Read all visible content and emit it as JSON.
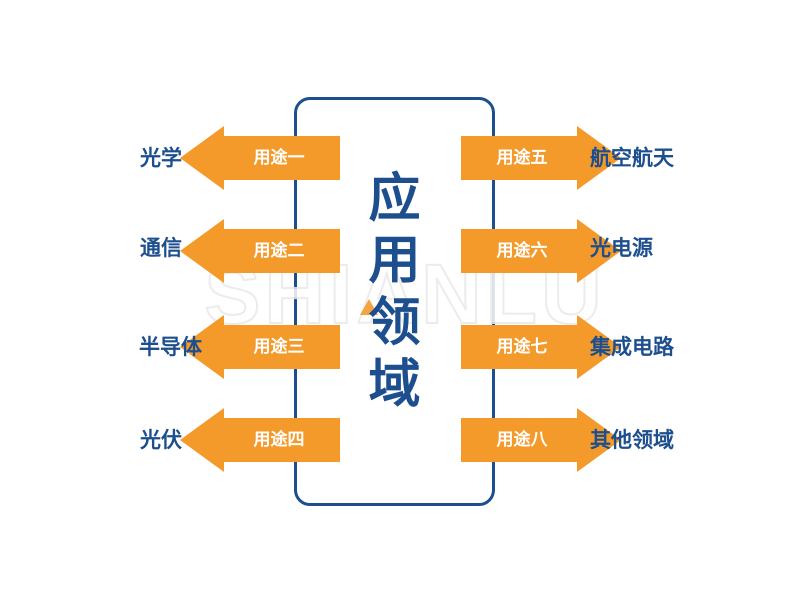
{
  "diagram": {
    "title_chars": [
      "应",
      "用",
      "领",
      "域"
    ],
    "watermark_text": "SHIANLU",
    "left_items": [
      {
        "arrow_label": "用途一",
        "field": "光学"
      },
      {
        "arrow_label": "用途二",
        "field": "通信"
      },
      {
        "arrow_label": "用途三",
        "field": "半导体"
      },
      {
        "arrow_label": "用途四",
        "field": "光伏"
      }
    ],
    "right_items": [
      {
        "arrow_label": "用途五",
        "field": "航空航天"
      },
      {
        "arrow_label": "用途六",
        "field": "光电源"
      },
      {
        "arrow_label": "用途七",
        "field": "集成电路"
      },
      {
        "arrow_label": "用途八",
        "field": "其他领域"
      }
    ]
  },
  "colors": {
    "arrow_fill": "#f39a2b",
    "text_blue": "#1d4f8e",
    "watermark": "#f0f0f0",
    "watermark_accent": "#f39a2b"
  }
}
